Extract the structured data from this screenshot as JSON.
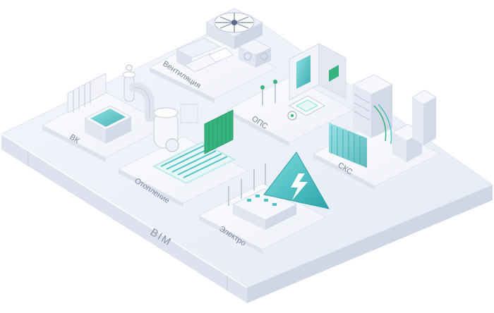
{
  "base": {
    "label": "BIM"
  },
  "modules": {
    "ventilation": {
      "label": "Вентиляция"
    },
    "ops": {
      "label": "ОПС"
    },
    "vk": {
      "label": "ВК"
    },
    "heating": {
      "label": "Отопление"
    },
    "skc": {
      "label": "СКС"
    },
    "electro": {
      "label": "Электро"
    }
  },
  "colors": {
    "accent": "#4fc3c7",
    "accent_dark": "#2aa3a8",
    "green": "#36b37e",
    "base_top": "#eef1f8",
    "base_side": "#dfe4ef",
    "tile": "#f7f8fc"
  }
}
